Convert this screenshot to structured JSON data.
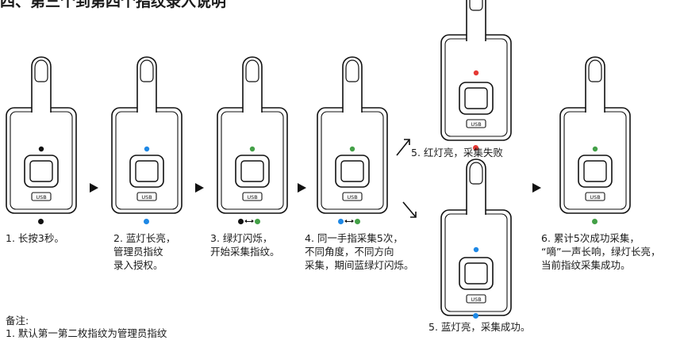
{
  "header": {
    "title": "四、第三个到第四个指纹录入说明"
  },
  "steps": [
    {
      "caption": "1. 长按3秒。",
      "led_color": "#111111"
    },
    {
      "caption": "2. 蓝灯长亮，\n管理员指纹\n录入授权。",
      "led_color": "#1e88e5"
    },
    {
      "caption": "3. 绿灯闪烁，\n开始采集指纹。",
      "led_color": "#43a047"
    },
    {
      "caption": "4. 同一手指采集5次，\n不同角度，不同方向\n采集，期间蓝绿灯闪烁。",
      "led_color": "#43a047"
    },
    {
      "caption": "5. 红灯亮，采集失败",
      "led_color": "#e53935"
    },
    {
      "caption": "5. 蓝灯亮，采集成功。",
      "led_color": "#1e88e5"
    },
    {
      "caption": "6. 累计5次成功采集，\n“嘀”一声长响，绿灯长亮，\n当前指纹采集成功。",
      "led_color": "#43a047"
    }
  ],
  "device": {
    "usb_label": "USB"
  },
  "notes": {
    "label": "备注:",
    "line1": "1. 默认第一第二枚指纹为管理员指纹"
  },
  "colors": {
    "blue": "#1e88e5",
    "green": "#43a047",
    "red": "#e53935",
    "black": "#111111"
  }
}
